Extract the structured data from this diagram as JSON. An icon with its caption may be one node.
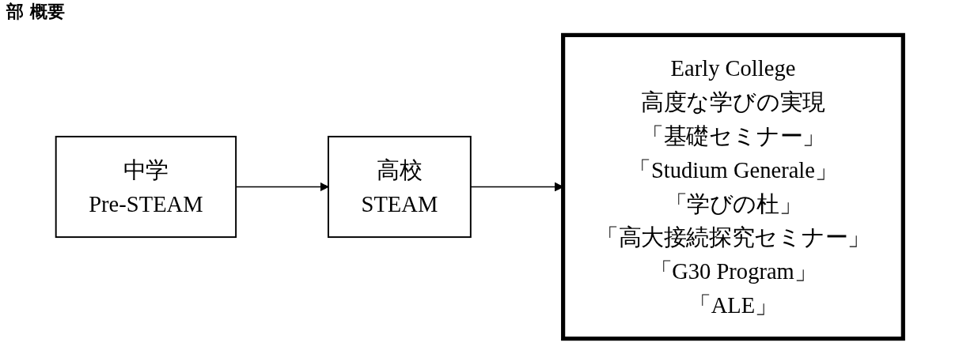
{
  "diagram": {
    "title": "部 概要",
    "nodes": [
      {
        "text": [
          "中学",
          "Pre-STEAM"
        ]
      },
      {
        "text": [
          "高校",
          "STEAM"
        ]
      },
      {
        "text": [
          "Early College",
          "高度な学びの実現",
          "「基礎セミナー」",
          "「Studium Generale」",
          "「学びの杜」",
          "「高大接続探究セミナー」",
          "「G30 Program」",
          "「ALE」"
        ]
      }
    ],
    "edges": [
      {
        "from": 0,
        "to": 1,
        "arrow": "to"
      },
      {
        "from": 1,
        "to": 2,
        "arrow": "to"
      }
    ]
  }
}
